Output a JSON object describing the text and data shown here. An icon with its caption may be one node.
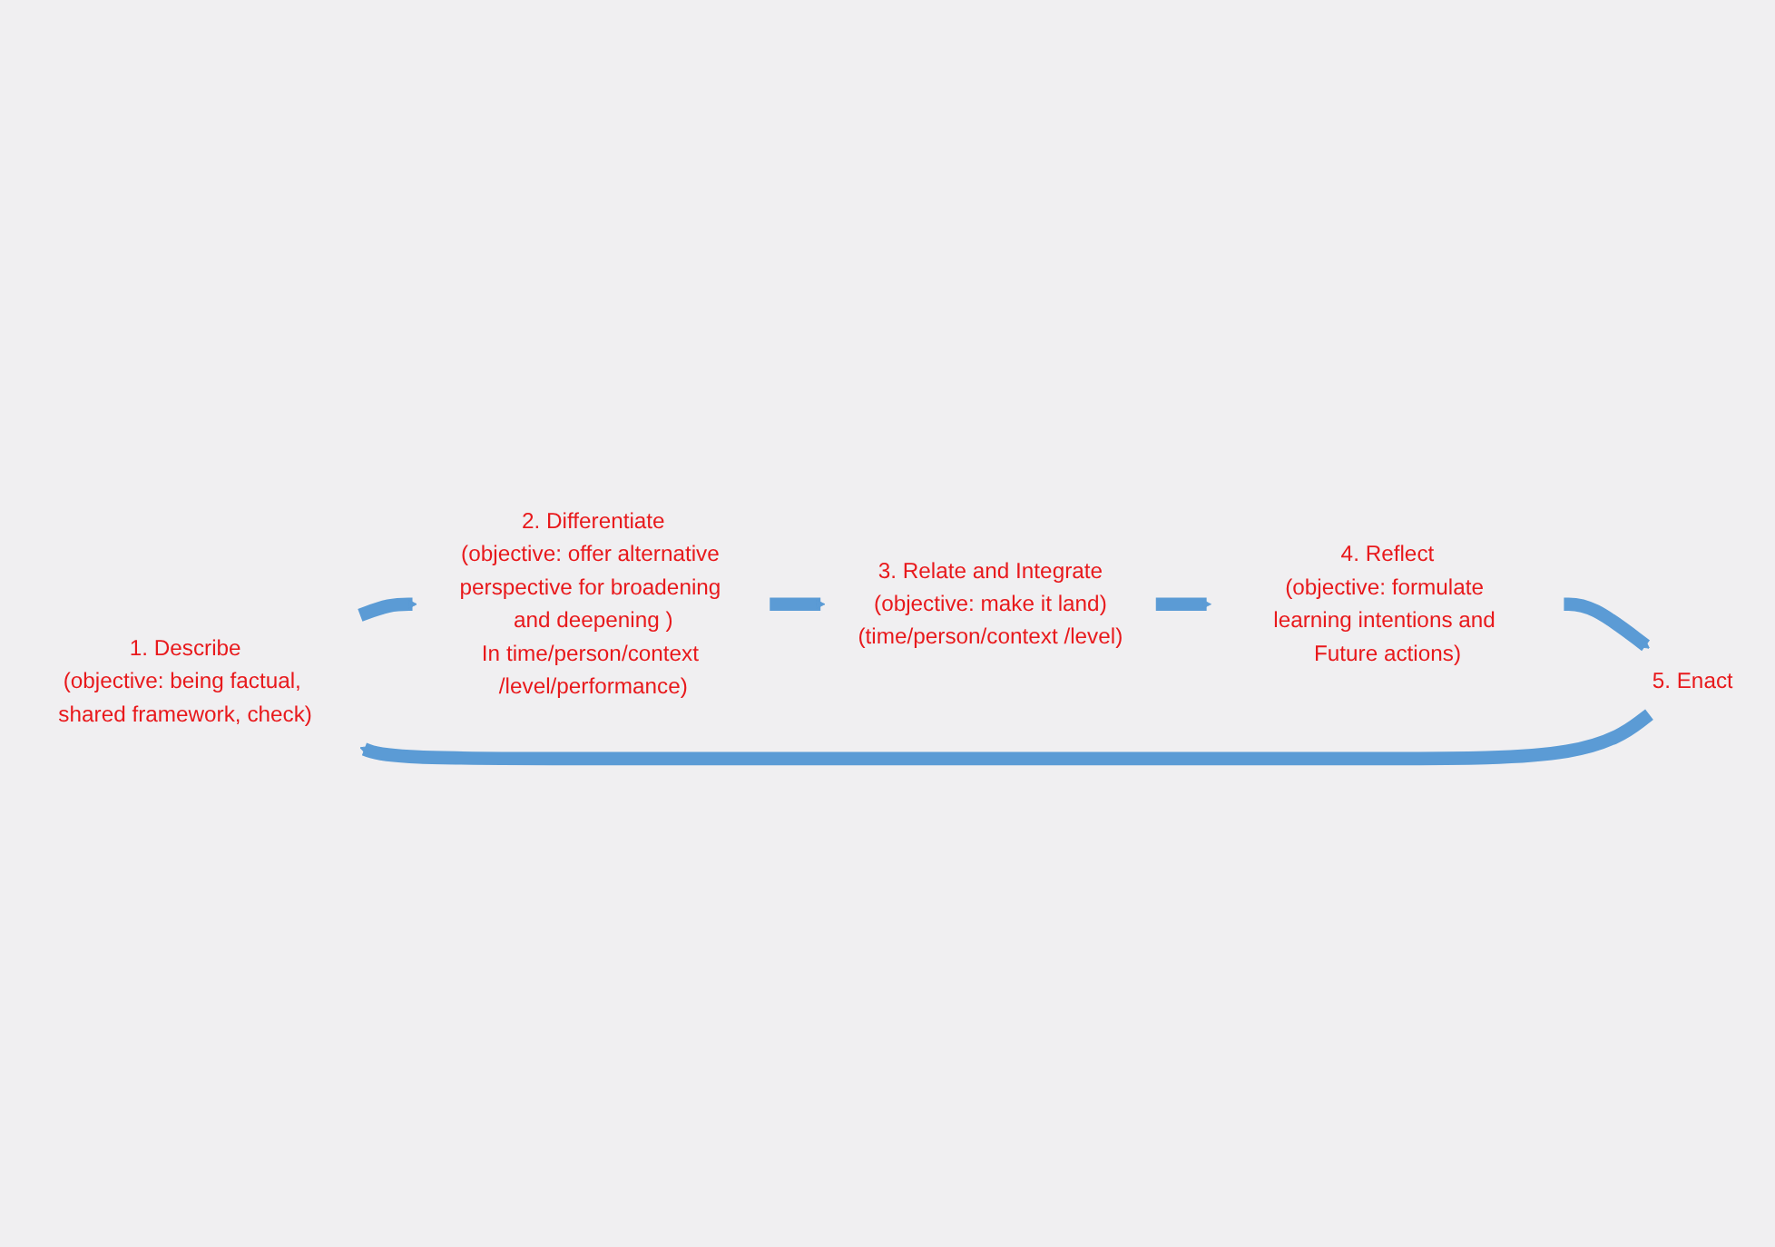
{
  "diagram": {
    "nodes": [
      {
        "text": [
          "1. Describe",
          "(objective: being factual, shared framework, check)"
        ]
      },
      {
        "text": [
          "2. Differentiate",
          "(objective: offer alternative perspective for broadening and deepening )",
          "In time/person/context /level/performance)"
        ]
      },
      {
        "text": [
          "3. Relate and Integrate",
          "(objective: make it land)",
          "(time/person/context /level)"
        ]
      },
      {
        "text": [
          "4. Reflect",
          "(objective: formulate learning intentions and Future actions)"
        ]
      },
      {
        "text": [
          "5. Enact"
        ]
      }
    ],
    "edges": [
      {
        "from": 4,
        "to": 0,
        "arrow": "to"
      },
      {
        "from": 0,
        "to": 1,
        "arrow": "to"
      },
      {
        "from": 1,
        "to": 2,
        "arrow": "to"
      },
      {
        "from": 2,
        "to": 3,
        "arrow": "to"
      },
      {
        "from": 3,
        "to": 4,
        "arrow": "to"
      }
    ]
  }
}
